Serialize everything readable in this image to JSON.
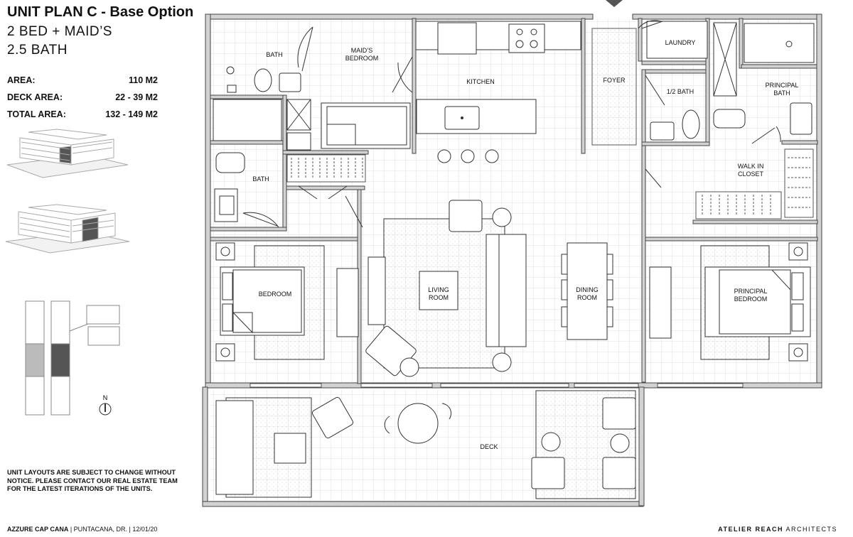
{
  "header": {
    "title": "UNIT PLAN C - Base Option",
    "line1": "2 BED + MAID’S",
    "line2": "2.5 BATH"
  },
  "areas": [
    {
      "label": "AREA:",
      "value": "110 M2"
    },
    {
      "label": "DECK AREA:",
      "value": "22 - 39 M2"
    },
    {
      "label": "TOTAL AREA:",
      "value": "132 - 149 M2"
    }
  ],
  "rooms": {
    "bath1": "BATH",
    "maids": [
      "MAID’S",
      "BEDROOM"
    ],
    "kitchen": "KITCHEN",
    "foyer": "FOYER",
    "laundry": "LAUNDRY",
    "half_bath": "1/2 BATH",
    "principal_bath": [
      "PRINCIPAL",
      "BATH"
    ],
    "bath2": "BATH",
    "walk_in": [
      "WALK IN",
      "CLOSET"
    ],
    "bedroom": "BEDROOM",
    "living": [
      "LIVING",
      "ROOM"
    ],
    "dining": [
      "DINING",
      "ROOM"
    ],
    "principal_bedroom": [
      "PRINCIPAL",
      "BEDROOM"
    ],
    "deck": "DECK"
  },
  "compass": "N",
  "disclaimer": "UNIT LAYOUTS ARE SUBJECT TO CHANGE WITHOUT NOTICE. PLEASE CONTACT OUR REAL ESTATE TEAM FOR THE LATEST ITERATIONS OF THE UNITS.",
  "footer": {
    "project": "AZZURE CAP CANA",
    "location": " | PUNTACANA, DR. | 12/01/20",
    "firm_bold": "ATELIER REACH",
    "firm_rest": " ARCHITECTS"
  }
}
